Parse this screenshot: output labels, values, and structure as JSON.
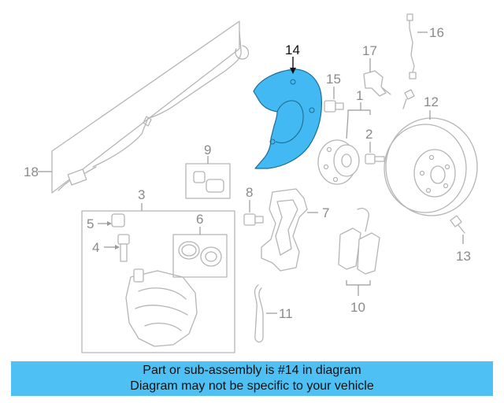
{
  "labels": {
    "p1": "1",
    "p2": "2",
    "p3": "3",
    "p4": "4",
    "p5": "5",
    "p6": "6",
    "p7": "7",
    "p8": "8",
    "p9": "9",
    "p10": "10",
    "p11": "11",
    "p12": "12",
    "p13": "13",
    "p14": "14",
    "p15": "15",
    "p16": "16",
    "p17": "17",
    "p18": "18"
  },
  "highlight_part": "14",
  "colors": {
    "highlight": "#42b9f2",
    "caption_bg": "#4fc0f3",
    "line_gray": "#b5b5b5"
  },
  "caption": {
    "line1": "Part or sub-assembly is #14 in diagram",
    "line2": "Diagram may not be specific to your vehicle"
  }
}
